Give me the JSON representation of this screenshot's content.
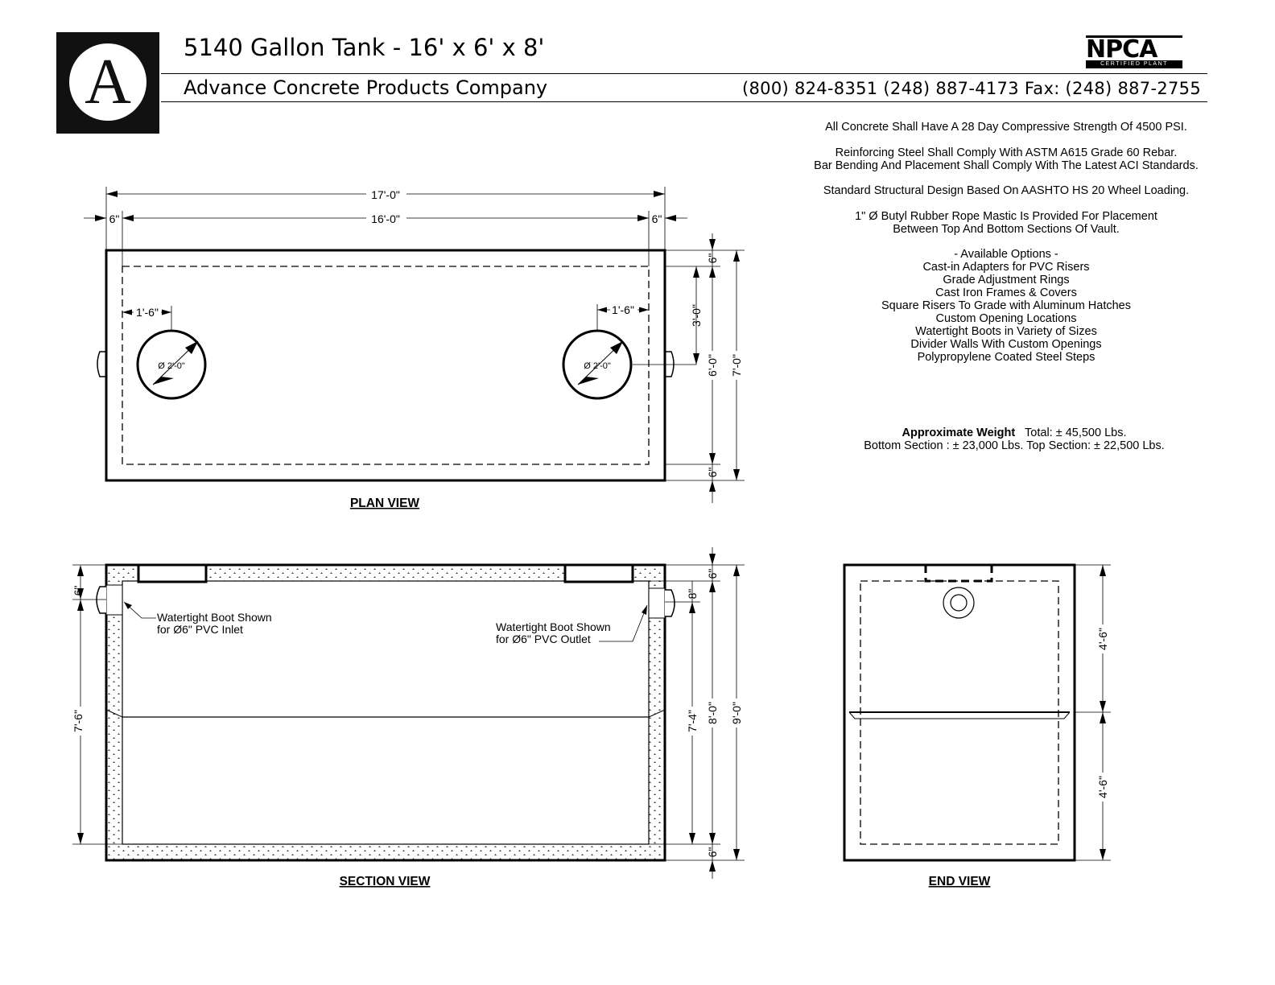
{
  "header": {
    "title": "5140 Gallon Tank - 16' x 6' x 8'",
    "company": "Advance Concrete Products Company",
    "phones": "(800) 824-8351  (248) 887-4173 Fax: (248)  887-2755",
    "logo_letter": "A",
    "certification": {
      "word": "NPCA",
      "sub": "CERTIFIED PLANT"
    }
  },
  "notes": {
    "strength": "All Concrete Shall Have A 28 Day Compressive Strength Of 4500 PSI.",
    "steel_1": "Reinforcing Steel Shall Comply With ASTM A615 Grade 60 Rebar.",
    "steel_2": "Bar Bending And Placement Shall Comply With The Latest ACI Standards.",
    "design": "Standard Structural Design Based On AASHTO HS 20 Wheel Loading.",
    "mastic_1": "1\" Ø Butyl Rubber Rope Mastic Is Provided For Placement",
    "mastic_2": "Between Top And Bottom Sections Of Vault.",
    "options_title": "- Available Options -",
    "options": [
      "Cast-in Adapters for PVC Risers",
      "Grade Adjustment Rings",
      "Cast Iron Frames & Covers",
      "Square Risers To Grade with Aluminum Hatches",
      "Custom Opening Locations",
      "Watertight Boots in Variety of Sizes",
      "Divider Walls With Custom Openings",
      "Polypropylene Coated Steel Steps"
    ]
  },
  "weight": {
    "label": "Approximate Weight",
    "total": "Total:  ± 45,500 Lbs.",
    "sections": "Bottom Section : ± 23,000 Lbs.  Top Section: ±  22,500 Lbs."
  },
  "plan_view": {
    "label": "PLAN VIEW",
    "overall_length": "17'-0\"",
    "inner_length": "16'-0\"",
    "wall_left": "6\"",
    "wall_right": "6\"",
    "opening_offset_left": "1'-6\"",
    "opening_offset_right": "1'-6\"",
    "opening_dia_left": "Ø 2'-0\"",
    "opening_dia_right": "Ø 2'-0\"",
    "wall_top": "6\"",
    "opening_center": "3'-0\"",
    "inner_width": "6'-0\"",
    "overall_width": "7'-0\"",
    "wall_bottom": "6\""
  },
  "section_view": {
    "label": "SECTION VIEW",
    "inlet_note_1": "Watertight Boot Shown",
    "inlet_note_2": "for Ø6\" PVC Inlet",
    "outlet_note_1": "Watertight Boot Shown",
    "outlet_note_2": "for Ø6\" PVC Outlet",
    "inlet_drop": "6\"",
    "inlet_invert": "7'-6\"",
    "top_slab": "6\"",
    "outlet_drop": "8\"",
    "outlet_invert": "7'-4\"",
    "inside_height": "8'-0\"",
    "overall_height": "9'-0\"",
    "bottom_slab": "6\""
  },
  "end_view": {
    "label": "END VIEW",
    "top_section": "4'-6\"",
    "bottom_section": "4'-6\""
  }
}
